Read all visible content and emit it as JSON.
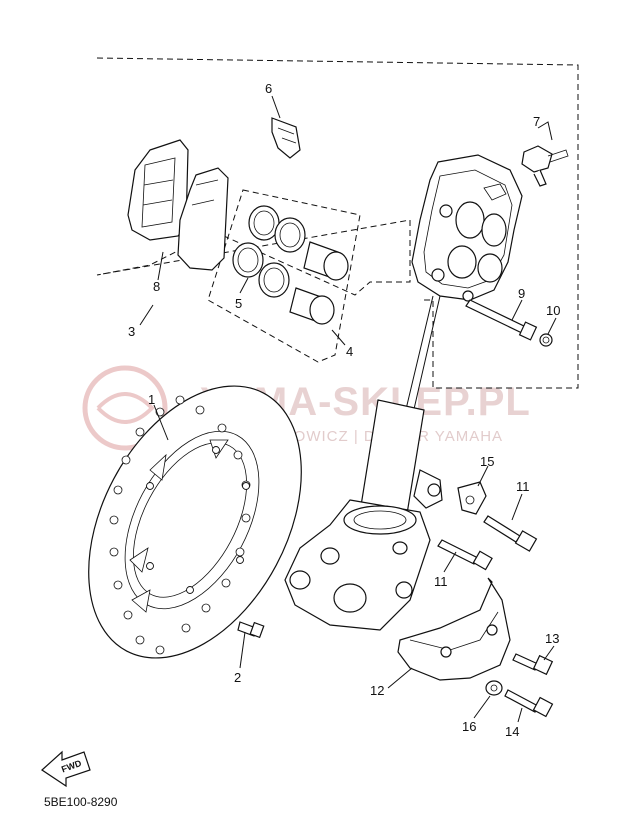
{
  "diagram": {
    "code": "5BE100-8290",
    "fwd_label": "FWD",
    "watermark": {
      "main": "YAMA-SKLEP.PL",
      "sub": "CIECHOWICZ | DEALER YAMAHA",
      "color": "#d9aaaa"
    },
    "callouts": [
      "1",
      "2",
      "3",
      "4",
      "5",
      "6",
      "7",
      "8",
      "9",
      "10",
      "11",
      "11",
      "12",
      "13",
      "14",
      "15",
      "16"
    ]
  }
}
